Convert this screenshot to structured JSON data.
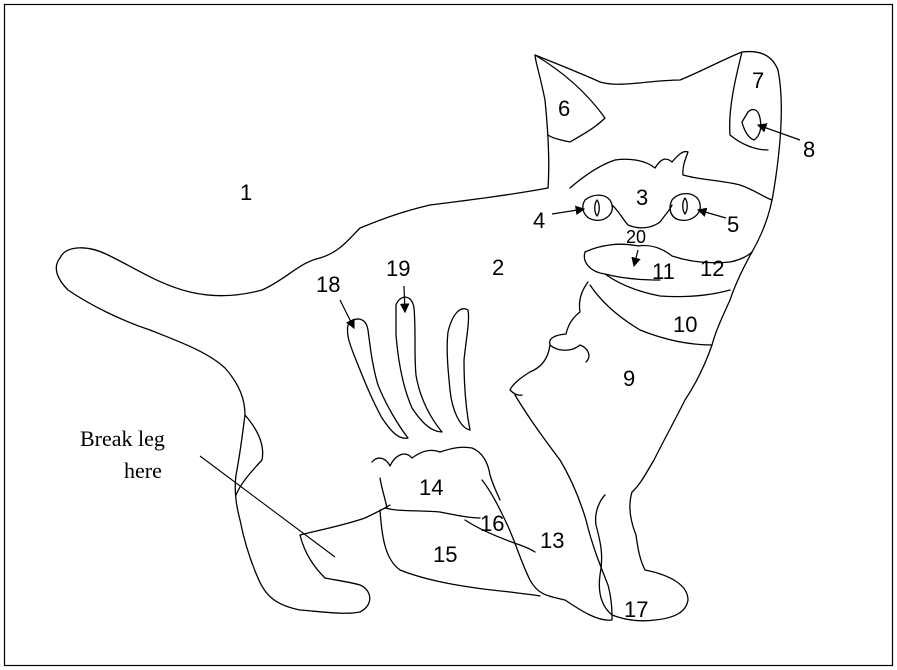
{
  "diagram": {
    "labels": {
      "r1": "1",
      "r2": "2",
      "r3": "3",
      "r4": "4",
      "r5": "5",
      "r6": "6",
      "r7": "7",
      "r8": "8",
      "r9": "9",
      "r10": "10",
      "r11": "11",
      "r12": "12",
      "r13": "13",
      "r14": "14",
      "r15": "15",
      "r16": "16",
      "r17": "17",
      "r18": "18",
      "r19": "19",
      "r20": "20"
    },
    "annotation": {
      "line1": "Break leg",
      "line2": "here"
    }
  }
}
